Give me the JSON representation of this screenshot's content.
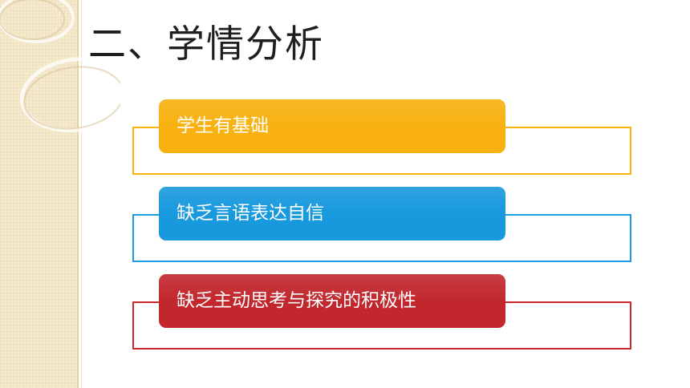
{
  "slide": {
    "title": "二、学情分析",
    "rows": [
      {
        "label": "学生有基础",
        "color": "#f8b10e"
      },
      {
        "label": "缺乏言语表达自信",
        "color": "#1899de"
      },
      {
        "label": "缺乏主动思考与探究的积极性",
        "color": "#c1272d"
      }
    ]
  },
  "theme": {
    "sidebar_color": "#f3e7c7",
    "title_color": "#1f1f1f"
  }
}
